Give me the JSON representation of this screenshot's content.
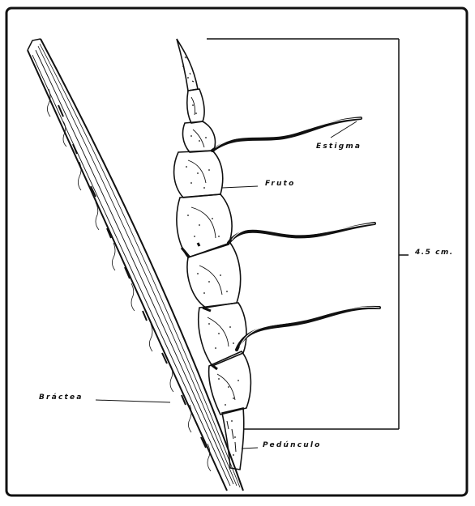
{
  "labels": {
    "stigma": "Estigma",
    "fruit": "Fruto",
    "scale": "4.5 cm.",
    "bract": "Bráctea",
    "peduncle": "Pedúnculo"
  },
  "colors": {
    "ink": "#111111",
    "paper": "#ffffff"
  }
}
